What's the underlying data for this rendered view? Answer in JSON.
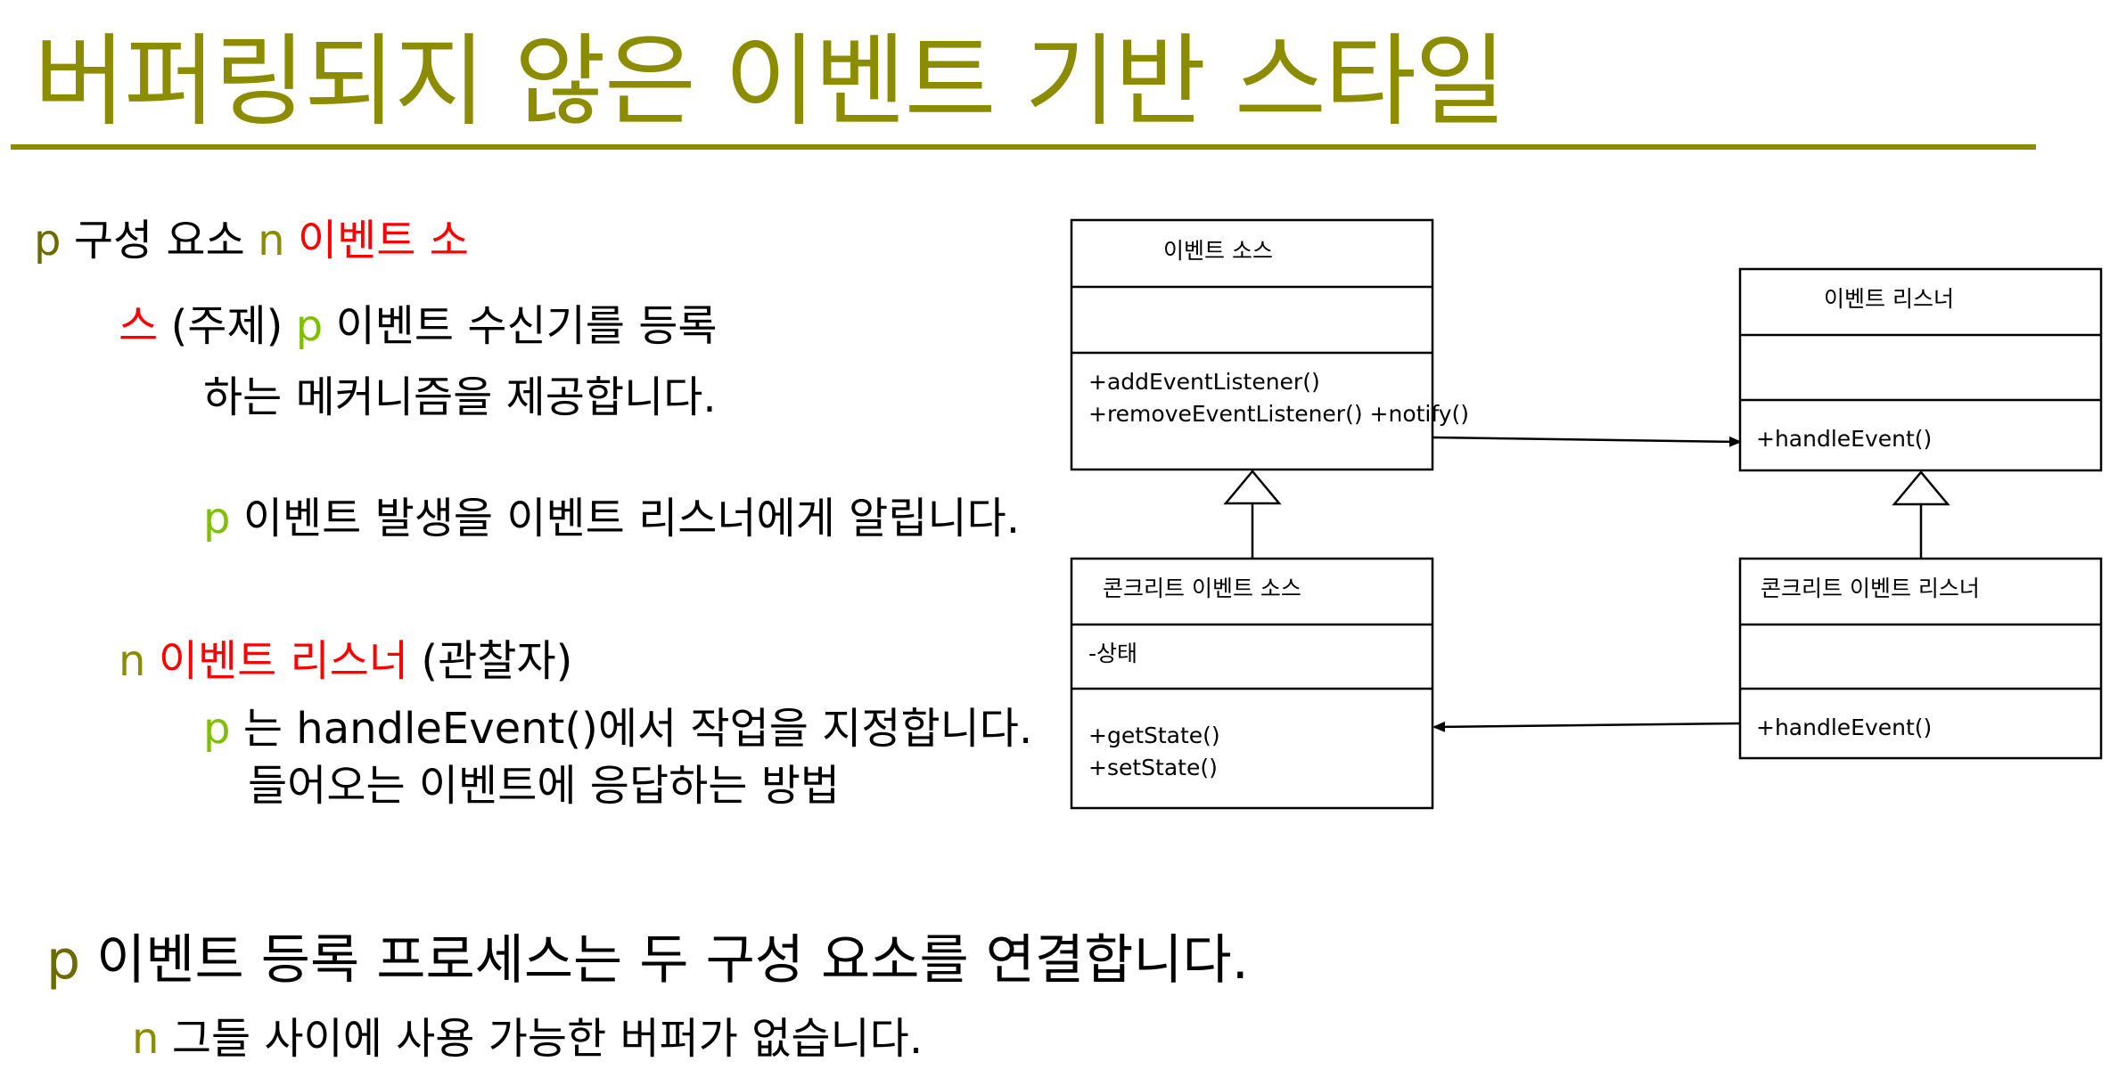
{
  "title": "버퍼링되지 않은 이벤트 기반 스타일",
  "left": {
    "l1": {
      "bullet": "p",
      "text": "구성 요소",
      "bullet2": "n",
      "red": "이벤트 소"
    },
    "l2": {
      "red": "스",
      "text": "(주제)",
      "bullet": "p",
      "text2": "이벤트 수신기를 등록"
    },
    "l3": {
      "text": "하는 메커니즘을 제공합니다."
    },
    "l4": {
      "bullet": "p",
      "text": "이벤트 발생을 이벤트 리스너에게 알립니다."
    },
    "l5": {
      "bullet": "n",
      "red": "이벤트 리스너",
      "text": "(관찰자)"
    },
    "l6": {
      "bullet": "p",
      "text": "는 handleEvent()에서 작업을 지정합니다."
    },
    "l7": {
      "text": "들어오는 이벤트에 응답하는 방법"
    }
  },
  "bottom": {
    "l1": {
      "bullet": "p",
      "text": "이벤트 등록 프로세스는 두 구성 요소를 연결합니다."
    },
    "l2": {
      "bullet": "n",
      "text": "그들 사이에 사용 가능한 버퍼가 없습니다."
    }
  },
  "uml": {
    "event_source": {
      "name": "이벤트 소스",
      "methods": [
        "+addEventListener()",
        "+removeEventListener() +notify()"
      ]
    },
    "event_listener": {
      "name": "이벤트 리스너",
      "methods": [
        "+handleEvent()"
      ]
    },
    "concrete_source": {
      "name": "콘크리트 이벤트 소스",
      "attributes": [
        "-상태"
      ],
      "methods": [
        "+getState()",
        "+setState()"
      ]
    },
    "concrete_listener": {
      "name": "콘크리트 이벤트 리스너",
      "methods": [
        "+handleEvent()"
      ]
    }
  }
}
